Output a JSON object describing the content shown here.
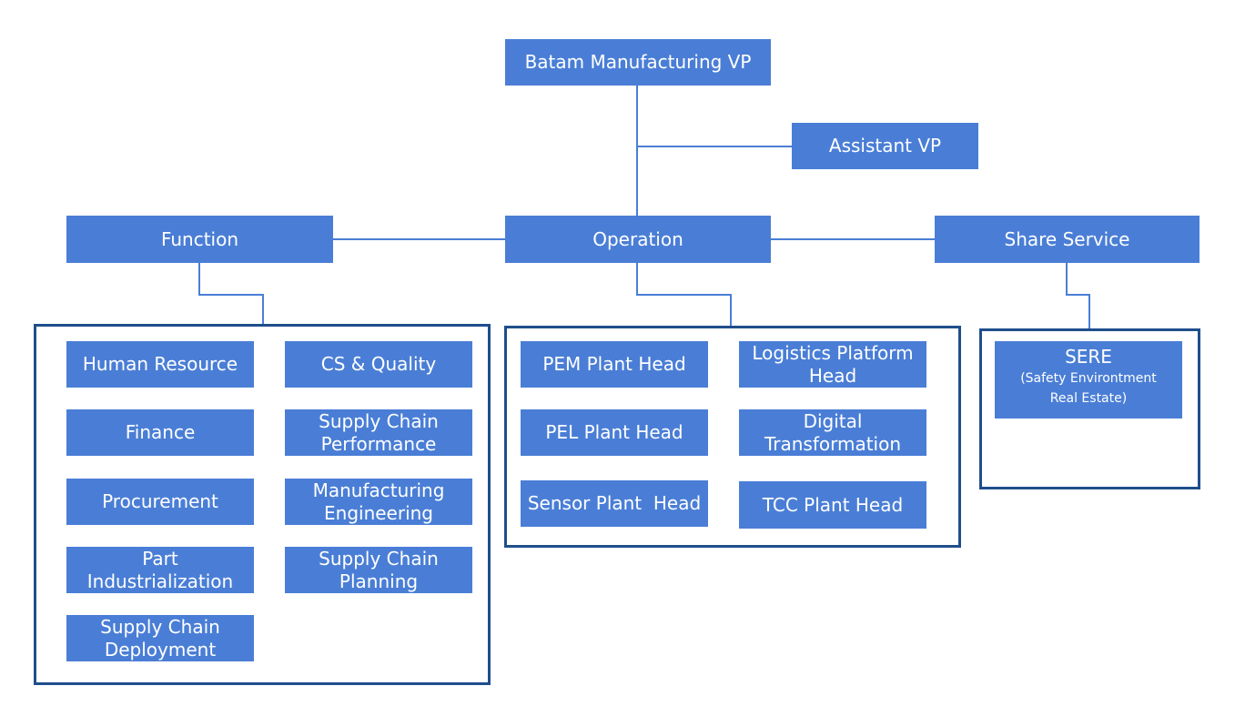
{
  "colors": {
    "box_fill": "#4a7ed6",
    "box_text": "#ffffff",
    "connector": "#4a7ed6",
    "container_border": "#1f4e8c"
  },
  "top": {
    "vp": "Batam Manufacturing VP",
    "assistant": "Assistant VP"
  },
  "level2": {
    "function": "Function",
    "operation": "Operation",
    "share_service": "Share Service"
  },
  "function_units": {
    "human_resource": "Human Resource",
    "cs_quality": "CS & Quality",
    "finance": "Finance",
    "supply_chain_performance": "Supply Chain Performance",
    "procurement": "Procurement",
    "manufacturing_engineering": "Manufacturing Engineering",
    "part_industrialization": "Part Industrialization",
    "supply_chain_planning": "Supply Chain Planning",
    "supply_chain_deployment": "Supply Chain Deployment"
  },
  "operation_units": {
    "pem_plant_head": "PEM Plant Head",
    "logistics_platform_head": "Logistics Platform Head",
    "pel_plant_head": "PEL Plant Head",
    "digital_transformation": "Digital Transformation",
    "sensor_plant_head": "Sensor Plant  Head",
    "tcc_plant_head": "TCC Plant Head"
  },
  "share_service_units": {
    "sere_title": "SERE",
    "sere_line1": "(Safety Environtment",
    "sere_line2": "Real Estate)"
  }
}
